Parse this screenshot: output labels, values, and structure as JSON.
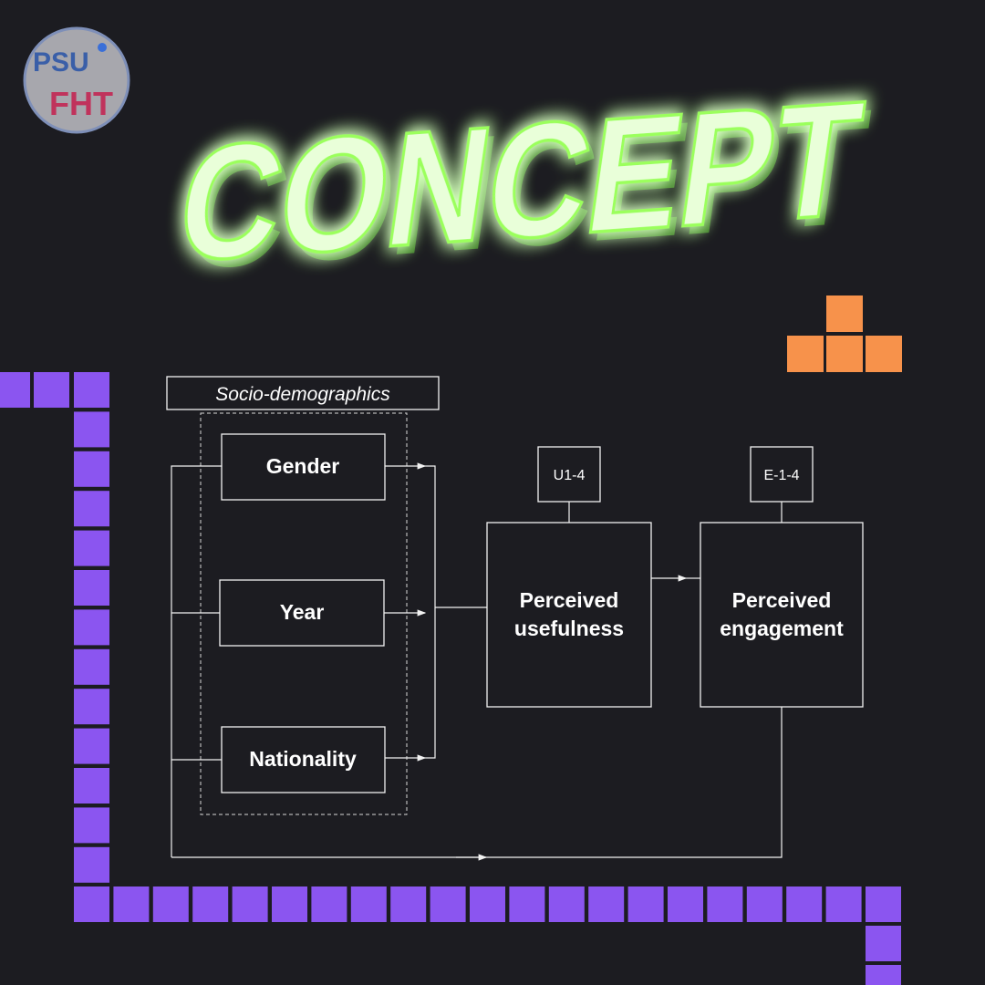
{
  "logo": {
    "line1": "PSU",
    "line2": "FHT",
    "colors": {
      "ring": "#8b9dc3",
      "text_top": "#3a5fa8",
      "text_bottom": "#c0335c",
      "dot": "#3a6fd8"
    }
  },
  "title": {
    "text": "CONCEPT",
    "color": "#e9ffd9",
    "glow": "#7cff3c"
  },
  "diagram": {
    "group_label": "Socio-demographics",
    "factors": [
      "Gender",
      "Year",
      "Nationality"
    ],
    "usefulness": {
      "label_line1": "Perceived",
      "label_line2": "usefulness",
      "indicator": "U1-4"
    },
    "engagement": {
      "label_line1": "Perceived",
      "label_line2": "engagement",
      "indicator": "E-1-4"
    }
  },
  "decor": {
    "purple": "#8b55f0",
    "orange": "#f7924b",
    "background": "#1c1c21"
  }
}
